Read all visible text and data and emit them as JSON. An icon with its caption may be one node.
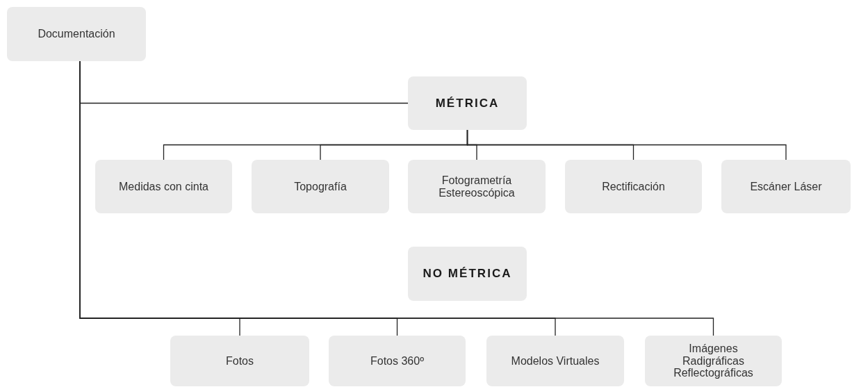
{
  "diagram": {
    "nodes": [
      {
        "text": [
          "Documentación"
        ]
      },
      {
        "text": [
          "MÉTRICA"
        ]
      },
      {
        "text": [
          "Medidas con cinta"
        ]
      },
      {
        "text": [
          "Topografía"
        ]
      },
      {
        "text": [
          "Fotogrametría Estereoscópica"
        ]
      },
      {
        "text": [
          "Rectificación"
        ]
      },
      {
        "text": [
          "Escáner Láser"
        ]
      },
      {
        "text": [
          "NO MÉTRICA"
        ]
      },
      {
        "text": [
          "Fotos"
        ]
      },
      {
        "text": [
          "Fotos 360º"
        ]
      },
      {
        "text": [
          "Modelos Virtuales"
        ]
      },
      {
        "text": [
          "Imágenes Radigráficas Reflectográficas"
        ]
      }
    ],
    "edges": [
      {
        "from": 0,
        "to": 1,
        "arrow": "none"
      },
      {
        "from": 1,
        "to": 2,
        "arrow": "none"
      },
      {
        "from": 1,
        "to": 3,
        "arrow": "none"
      },
      {
        "from": 1,
        "to": 4,
        "arrow": "none"
      },
      {
        "from": 1,
        "to": 5,
        "arrow": "none"
      },
      {
        "from": 1,
        "to": 6,
        "arrow": "none"
      },
      {
        "from": 0,
        "to": 8,
        "arrow": "none"
      },
      {
        "from": 0,
        "to": 9,
        "arrow": "none"
      },
      {
        "from": 0,
        "to": 10,
        "arrow": "none"
      },
      {
        "from": 0,
        "to": 11,
        "arrow": "none"
      }
    ]
  }
}
